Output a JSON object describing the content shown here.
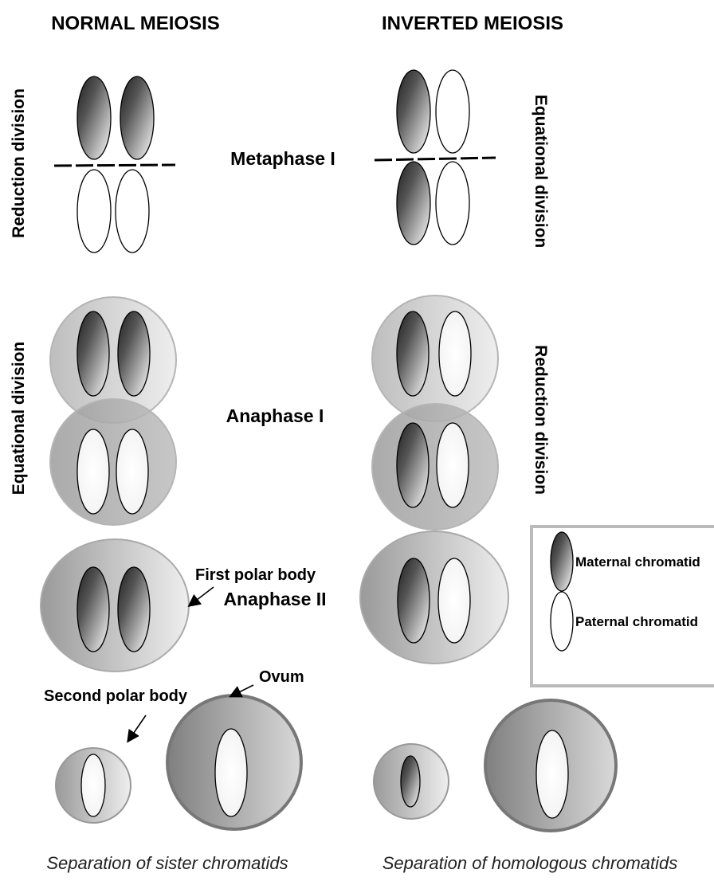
{
  "headings": {
    "normal": "NORMAL MEIOSIS",
    "inverted": "INVERTED MEIOSIS"
  },
  "stages": {
    "metaphase1": "Metaphase I",
    "anaphase1": "Anaphase I",
    "anaphase2": "Anaphase II"
  },
  "side_labels": {
    "normal_top": "Reduction division",
    "normal_mid": "Equational division",
    "inverted_top": "Equational division",
    "inverted_mid": "Reduction division"
  },
  "annotations": {
    "first_polar_body": "First polar body",
    "second_polar_body": "Second polar body",
    "ovum": "Ovum"
  },
  "legend": {
    "maternal": "Maternal chromatid",
    "paternal": "Paternal chromatid"
  },
  "captions": {
    "normal": "Separation of sister chromatids",
    "inverted": "Separation of homologous chromatids"
  },
  "colors": {
    "maternal_dark": "#2e2e2e",
    "maternal_light": "#ffffff",
    "paternal": "#ffffff",
    "cell_light": "#e6e6e6",
    "cell_dark": "#8a8a8a",
    "legend_border": "#bbbbbb"
  }
}
